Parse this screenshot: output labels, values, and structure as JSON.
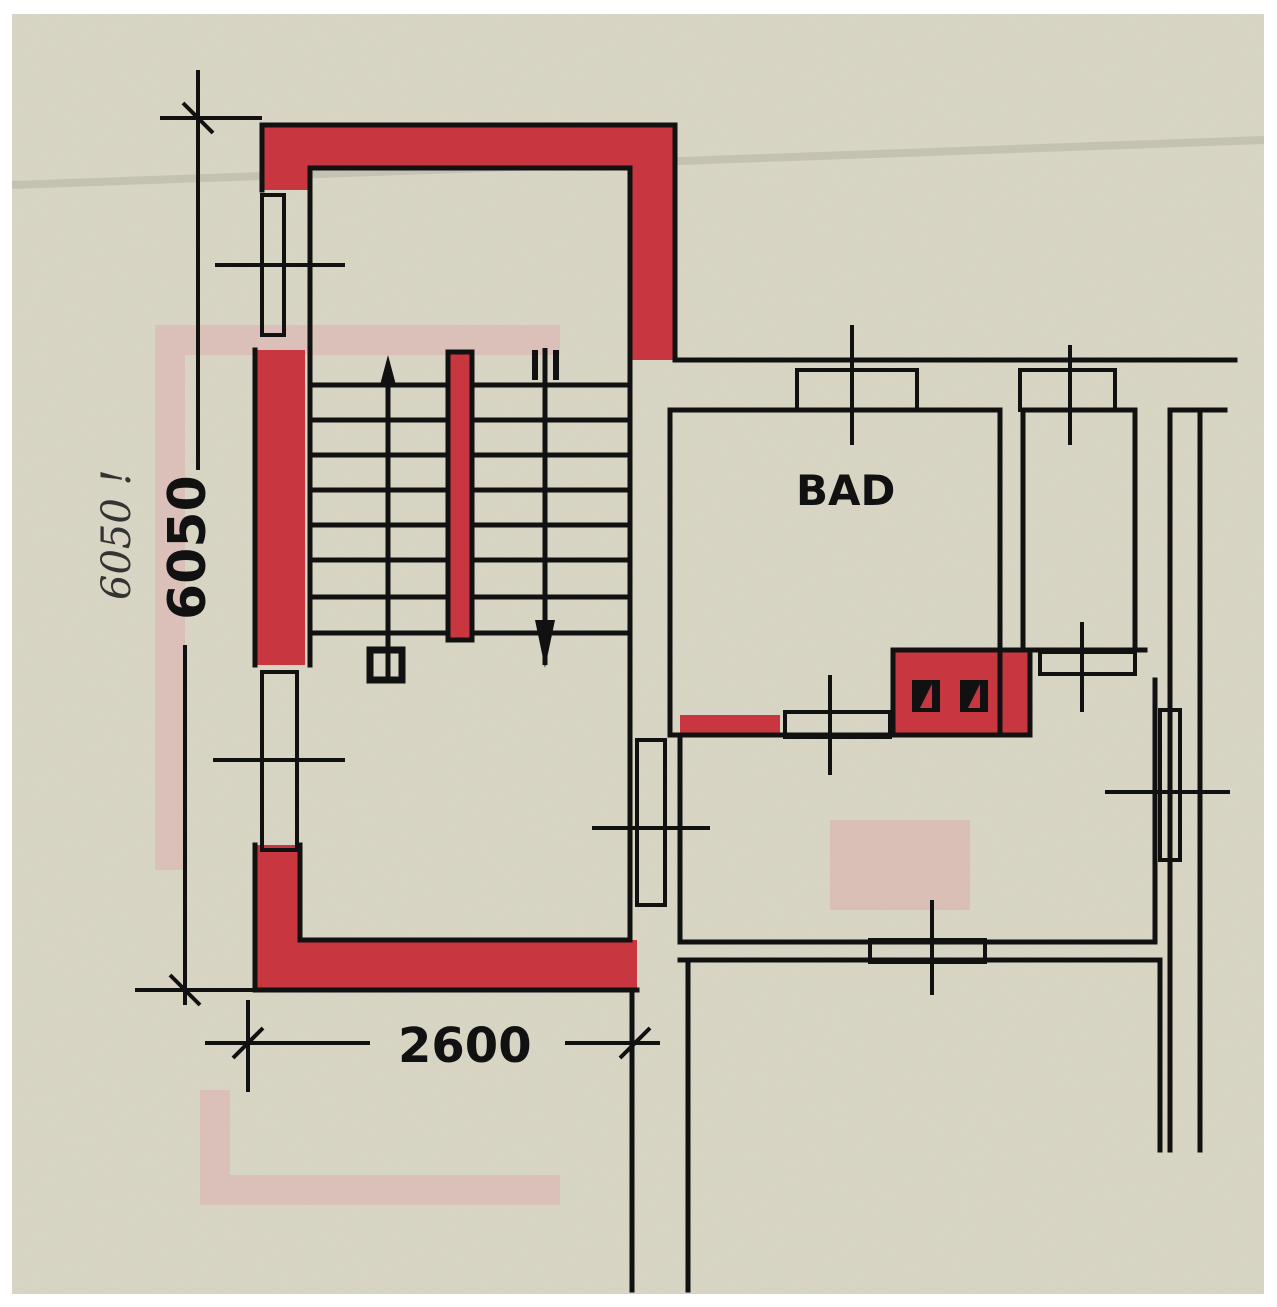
{
  "drawing": {
    "dimension_vertical": "6050",
    "dimension_vertical_pencil": "6050 !",
    "dimension_horizontal": "2600",
    "room_label": "BAD"
  },
  "colors": {
    "paper": "#d9d6c4",
    "wall_red": "#c8363f",
    "ink": "#111111",
    "ghost_red": "#dcb2b0"
  }
}
